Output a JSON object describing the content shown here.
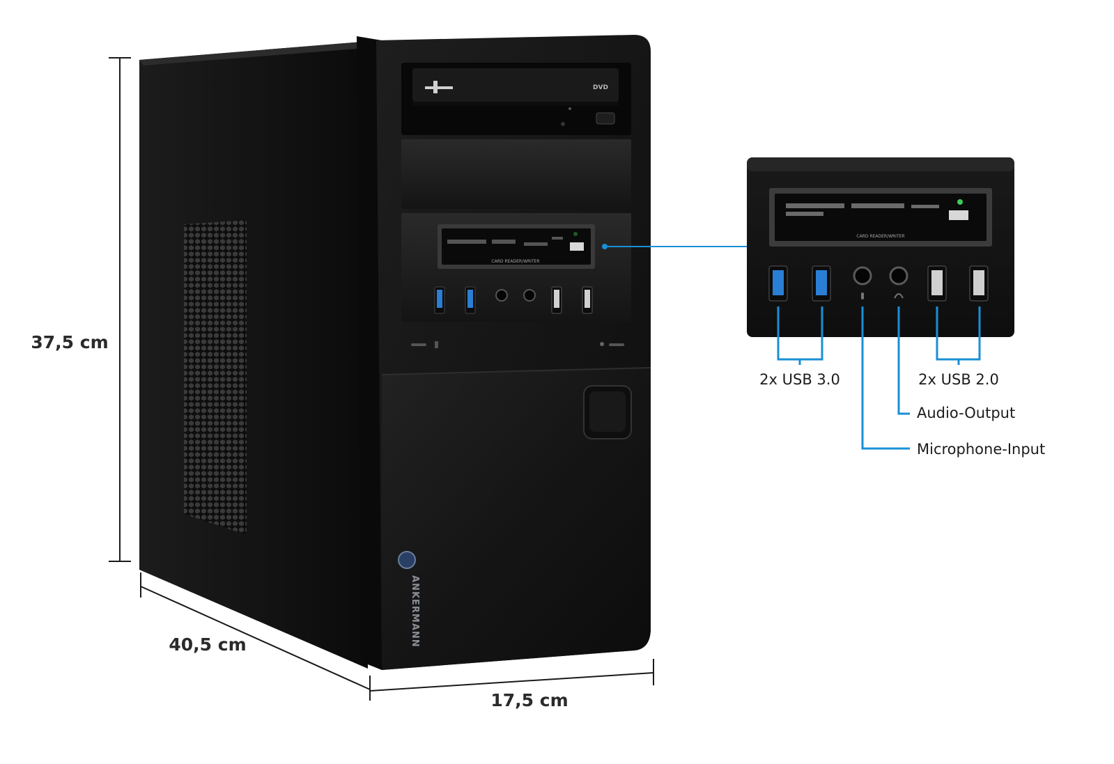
{
  "dimensions": {
    "height": "37,5 cm",
    "depth": "40,5 cm",
    "width": "17,5 cm"
  },
  "callouts": {
    "usb3": "2x USB 3.0",
    "usb2": "2x USB 2.0",
    "audio_out": "Audio-Output",
    "mic_in": "Microphone-Input"
  },
  "card_reader": {
    "label": "CARD READER/WRITER"
  },
  "optical_drive": {
    "badge": "DVD"
  },
  "brand": {
    "name": "ANKERMANN"
  },
  "colors": {
    "callout_line": "#1a8fd6",
    "case": "#161616",
    "usb3_port": "#2a7fd4"
  },
  "icons": [
    "power-button",
    "hdd-activity-icon",
    "power-led-icon",
    "usb-icon",
    "microphone-icon",
    "headphone-icon"
  ]
}
